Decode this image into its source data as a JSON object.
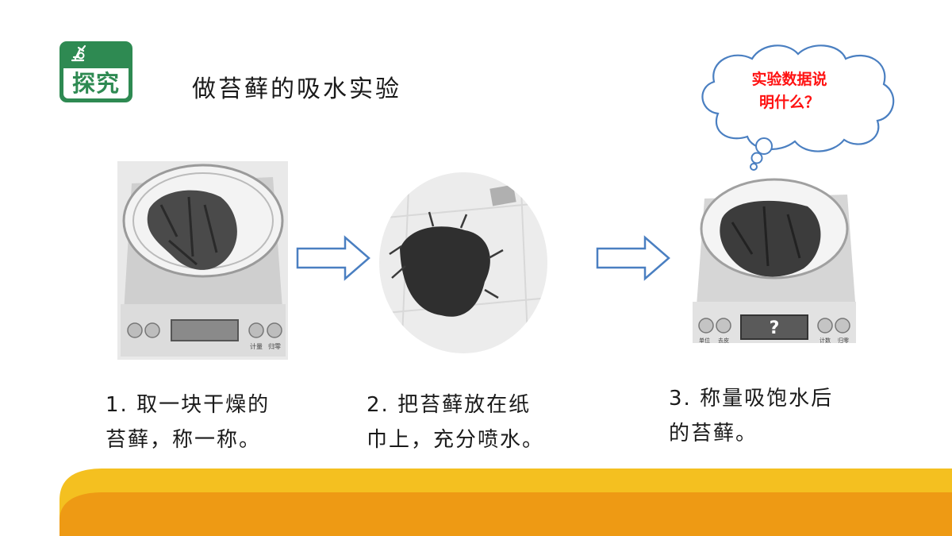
{
  "badge": {
    "label": "探究",
    "icon": "microscope-icon"
  },
  "title": "做苔藓的吸水实验",
  "cloud": {
    "text": "实验数据说\n明什么？"
  },
  "photos": {
    "scale_dry": {
      "buttons": [
        "计量",
        "归零"
      ]
    },
    "scale_wet": {
      "display": "?",
      "buttons": [
        "单位",
        "去皮",
        "计数",
        "归零"
      ]
    }
  },
  "steps": [
    {
      "text": "1. 取一块干燥的\n苔藓，称一称。"
    },
    {
      "text": "2. 把苔藓放在纸\n巾上，充分喷水。"
    },
    {
      "text": "3. 称量吸饱水后\n的苔藓。"
    }
  ],
  "colors": {
    "badge_green": "#2e8a52",
    "cloud_text": "#ff1212",
    "arrow_blue": "#4a7fc1",
    "banner_yellow": "#f4c020",
    "banner_orange": "#ee9a14"
  }
}
